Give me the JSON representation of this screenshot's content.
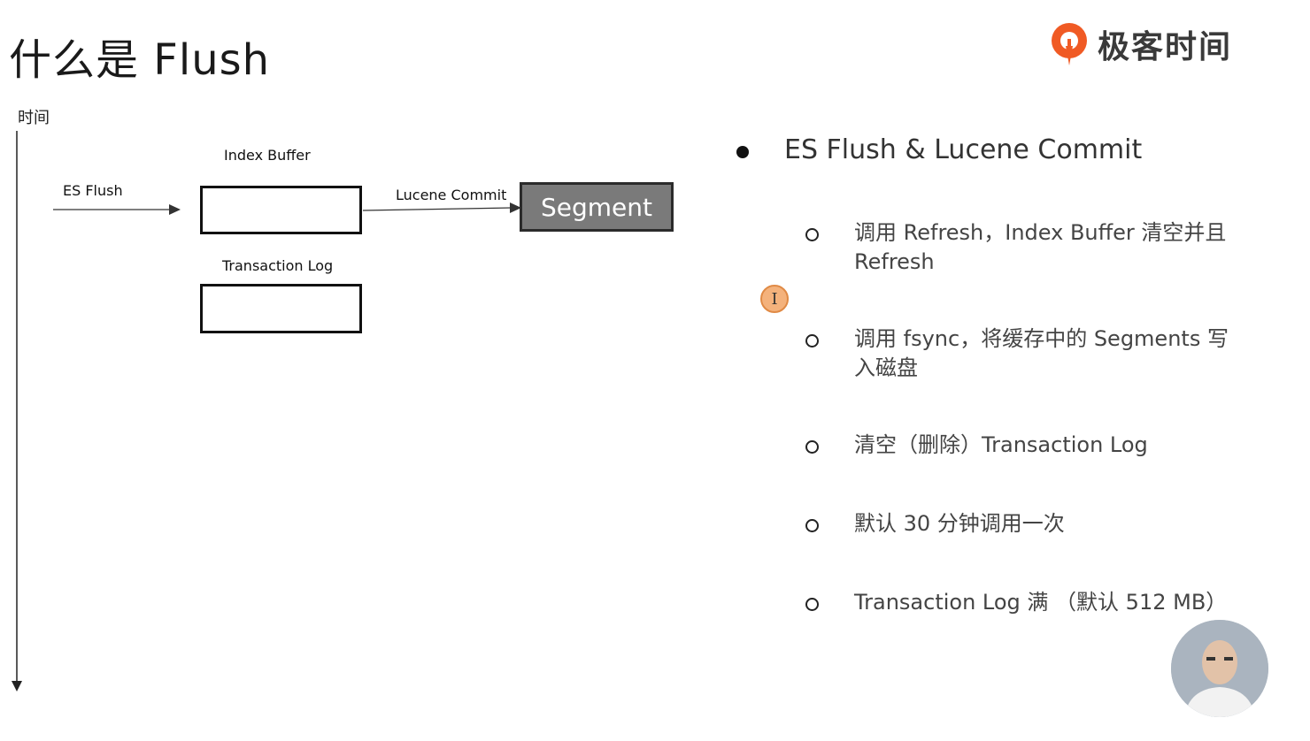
{
  "title": "什么是 Flush",
  "logo": {
    "text": "极客时间",
    "brand_color": "#f05a24"
  },
  "diagram": {
    "time_axis_label": "时间",
    "es_flush_label": "ES Flush",
    "index_buffer_label": "Index Buffer",
    "lucene_commit_label": "Lucene Commit",
    "segment_label": "Segment",
    "transaction_log_label": "Transaction Log"
  },
  "bullets": {
    "main": "ES Flush & Lucene Commit",
    "items": [
      "调用 Refresh，Index Buffer 清空并且 Refresh",
      "调用 fsync，将缓存中的 Segments 写入磁盘",
      "清空（删除）Transaction Log",
      "默认 30 分钟调用一次",
      "Transaction Log 满 （默认 512 MB）"
    ]
  },
  "cursor_icon": "text-cursor-icon",
  "avatar_icon": "presenter-avatar"
}
